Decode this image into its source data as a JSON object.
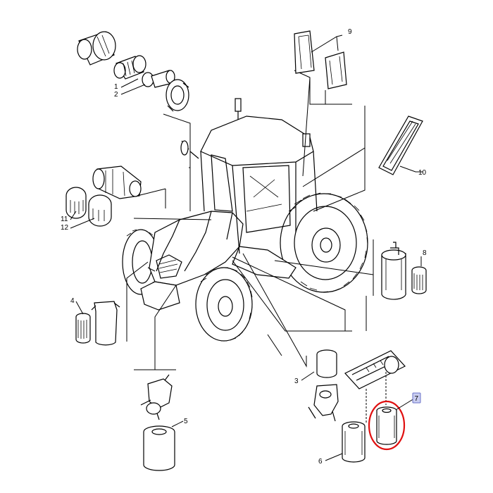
{
  "colors": {
    "ink": "#000000",
    "background": "#ffffff",
    "highlight": "#e01010",
    "callout_fill": "#c9cdf0",
    "callout_stroke": "#6a72c8"
  },
  "callouts": [
    {
      "id": "1",
      "part": "air-filter-outer-icon"
    },
    {
      "id": "2",
      "part": "air-filter-inner-icon"
    },
    {
      "id": "3",
      "part": "oil-filter-spin-on-icon"
    },
    {
      "id": "4",
      "part": "hydraulic-filter-cartridge-icon"
    },
    {
      "id": "5",
      "part": "fuel-filter-spin-on-icon"
    },
    {
      "id": "6",
      "part": "engine-oil-filter-icon"
    },
    {
      "id": "7",
      "part": "transmission-filter-icon",
      "highlighted": true
    },
    {
      "id": "8",
      "part": "fuel-prefilter-cartridge-icon"
    },
    {
      "id": "9",
      "part": "cab-air-filter-icon"
    },
    {
      "id": "10",
      "part": "cab-recirculation-filter-icon"
    },
    {
      "id": "11",
      "part": "precleaner-filter-icon"
    },
    {
      "id": "12",
      "part": "safety-filter-icon"
    }
  ]
}
